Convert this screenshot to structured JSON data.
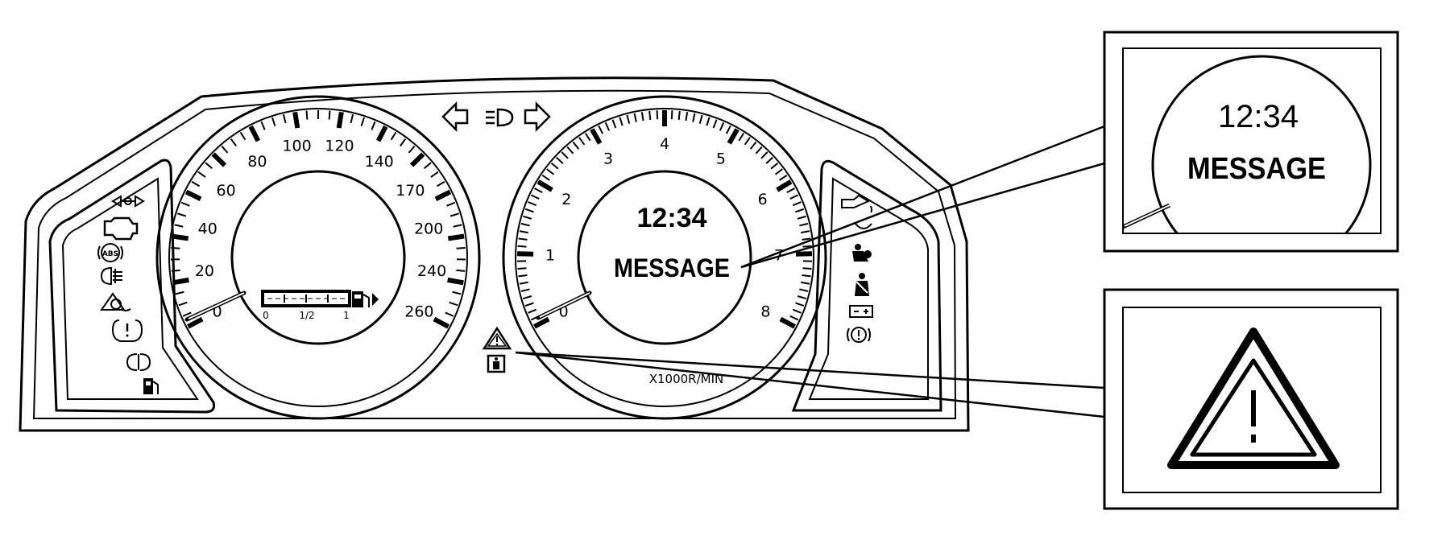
{
  "speedometer": {
    "labels": [
      "0",
      "20",
      "40",
      "60",
      "80",
      "100",
      "120",
      "140",
      "170",
      "200",
      "240",
      "260"
    ]
  },
  "fuel_gauge": {
    "labels": [
      "0",
      "1/2",
      "1"
    ],
    "icon": "fuel-pump-icon"
  },
  "tachometer": {
    "labels": [
      "0",
      "1",
      "2",
      "3",
      "4",
      "5",
      "6",
      "7",
      "8"
    ],
    "unit": "X1000R/MIN"
  },
  "center_display": {
    "time": "12:34",
    "message": "MESSAGE"
  },
  "callout_display": {
    "time": "12:34",
    "message": "MESSAGE"
  },
  "top_indicators": [
    "left-turn-arrow-icon",
    "headlight-icon",
    "right-turn-arrow-icon"
  ],
  "left_indicators": [
    "trailer-icon",
    "check-engine-icon",
    "abs-icon",
    "rear-fog-icon",
    "stability-control-icon",
    "tire-pressure-icon",
    "front-fog-icon",
    "low-fuel-icon"
  ],
  "right_indicators": [
    "oil-pressure-icon",
    "parking-brake-icon",
    "airbag-icon",
    "seatbelt-icon",
    "battery-icon",
    "brake-failure-icon"
  ],
  "center_indicators": [
    "warning-triangle-icon",
    "information-icon"
  ],
  "callout_warning": {
    "icon": "warning-triangle-icon"
  }
}
